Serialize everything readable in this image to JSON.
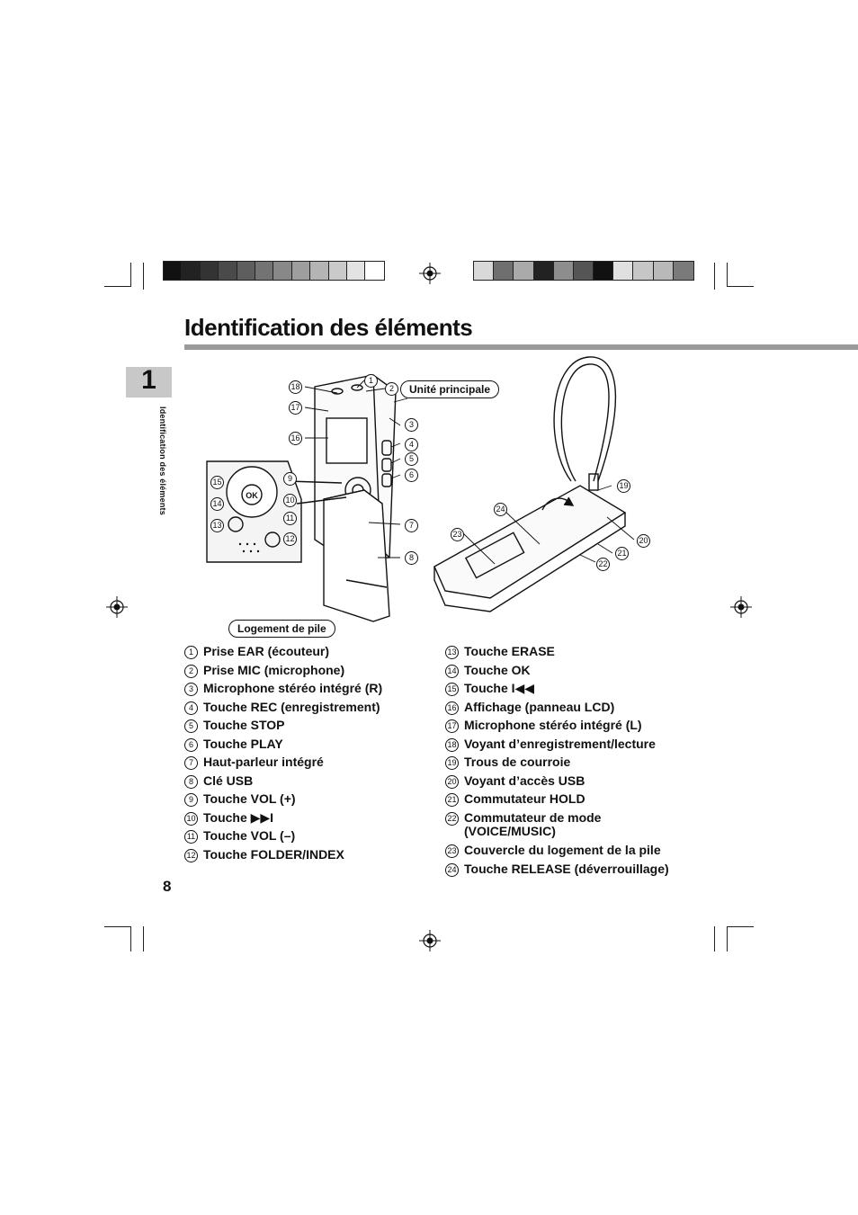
{
  "page": {
    "title": "Identification des éléments",
    "chapter": "1",
    "side_label": "Identification des éléments",
    "page_number": "8"
  },
  "colors": {
    "left_bar": [
      "#111111",
      "#222222",
      "#333333",
      "#4a4a4a",
      "#5e5e5e",
      "#737373",
      "#888888",
      "#9e9e9e",
      "#b4b4b4",
      "#cacaca",
      "#e3e3e3",
      "#ffffff"
    ],
    "right_bar": [
      "#d9d9d9",
      "#6f6f6f",
      "#aaaaaa",
      "#222222",
      "#8d8d8d",
      "#555555",
      "#111111",
      "#e0e0e0",
      "#c6c6c6",
      "#b9b9b9",
      "#7a7a7a"
    ],
    "title_rule": "#9a9a9a",
    "chapter_box": "#c8c8c8"
  },
  "diagram": {
    "label_main_unit": "Unité principale",
    "label_battery": "Logement de pile",
    "ok_label": "OK",
    "callouts": [
      "1",
      "2",
      "3",
      "4",
      "5",
      "6",
      "7",
      "8",
      "9",
      "10",
      "11",
      "12",
      "13",
      "14",
      "15",
      "16",
      "17",
      "18",
      "19",
      "20",
      "21",
      "22",
      "23",
      "24"
    ]
  },
  "legend_left": [
    {
      "num": "1",
      "text": "Prise EAR (écouteur)"
    },
    {
      "num": "2",
      "text": "Prise MIC (microphone)"
    },
    {
      "num": "3",
      "text": "Microphone stéréo intégré (R)"
    },
    {
      "num": "4",
      "text": "Touche REC (enregistrement)"
    },
    {
      "num": "5",
      "text": "Touche STOP"
    },
    {
      "num": "6",
      "text": "Touche PLAY"
    },
    {
      "num": "7",
      "text": "Haut-parleur intégré"
    },
    {
      "num": "8",
      "text": "Clé USB"
    },
    {
      "num": "9",
      "text": "Touche VOL (+)"
    },
    {
      "num": "10",
      "text": "Touche ▶▶I"
    },
    {
      "num": "11",
      "text": "Touche VOL (–)"
    },
    {
      "num": "12",
      "text": "Touche FOLDER/INDEX"
    }
  ],
  "legend_right": [
    {
      "num": "13",
      "text": "Touche ERASE"
    },
    {
      "num": "14",
      "text": "Touche OK"
    },
    {
      "num": "15",
      "text": "Touche I◀◀"
    },
    {
      "num": "16",
      "text": "Affichage (panneau LCD)"
    },
    {
      "num": "17",
      "text": "Microphone stéréo intégré (L)"
    },
    {
      "num": "18",
      "text": "Voyant d’enregistrement/lecture"
    },
    {
      "num": "19",
      "text": "Trous de courroie"
    },
    {
      "num": "20",
      "text": "Voyant d’accès USB"
    },
    {
      "num": "21",
      "text": "Commutateur HOLD"
    },
    {
      "num": "22",
      "text": "Commutateur de mode"
    },
    {
      "num": "22b",
      "text": "(VOICE/MUSIC)"
    },
    {
      "num": "23",
      "text": "Couvercle du logement de la pile"
    },
    {
      "num": "24",
      "text": "Touche RELEASE (déverrouillage)"
    }
  ]
}
